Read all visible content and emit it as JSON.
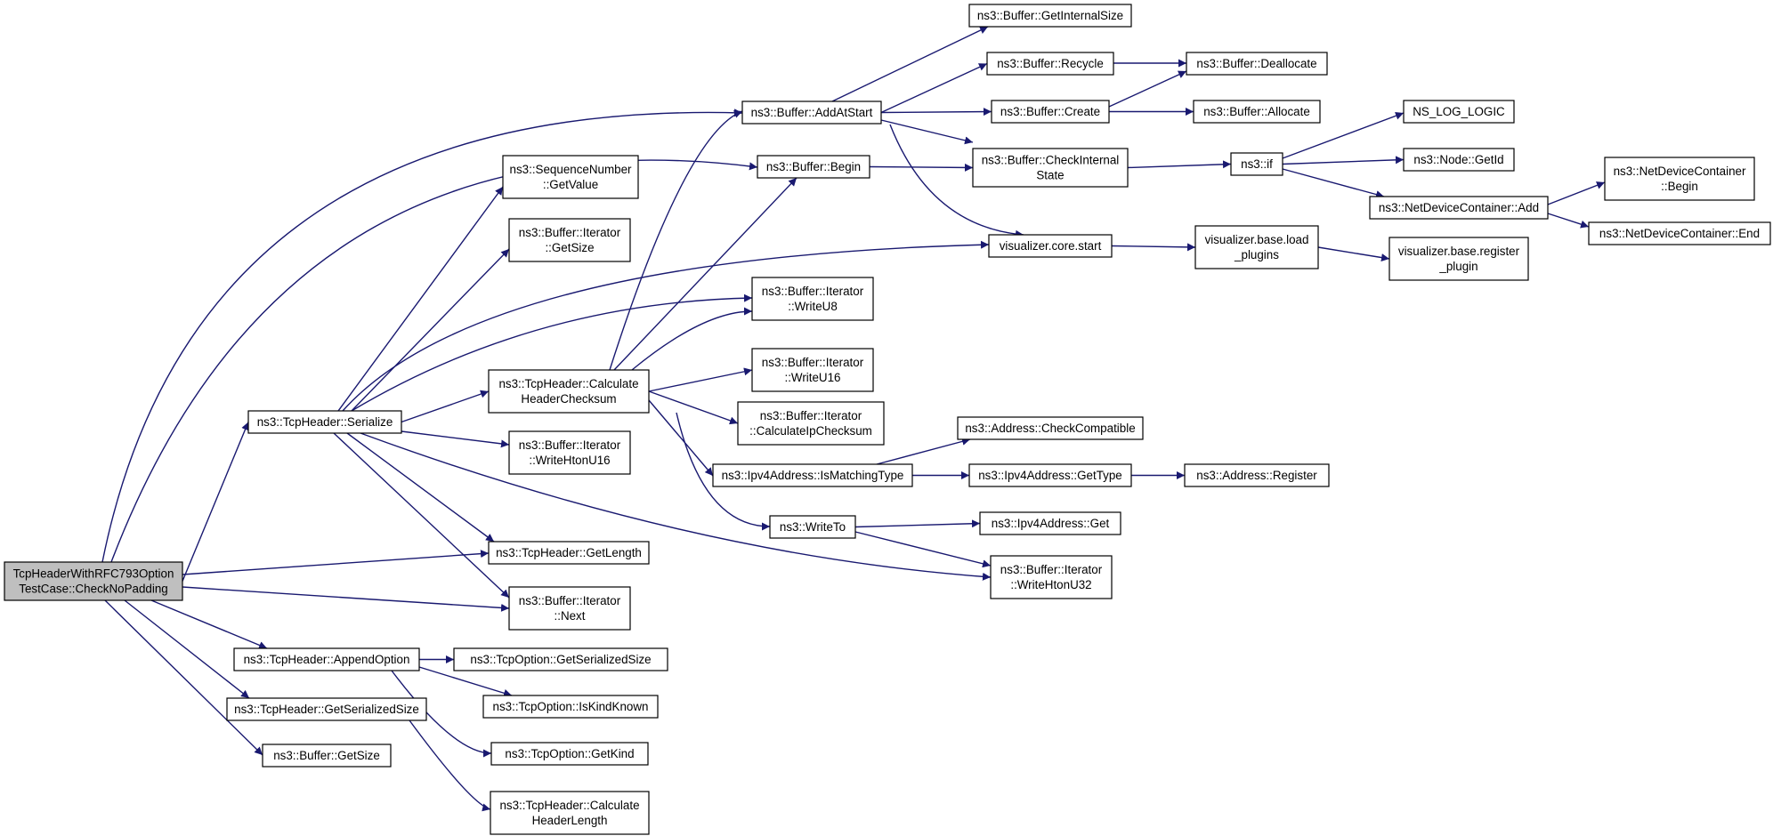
{
  "colors": {
    "edge": "#191970",
    "root_fill": "#bfbfbf",
    "node_fill": "#ffffff",
    "border": "#000000"
  },
  "nodes": [
    {
      "id": "root",
      "label": [
        "TcpHeaderWithRFC793Option",
        "TestCase::CheckNoPadding"
      ],
      "root": true
    },
    {
      "id": "serialize",
      "label": [
        "ns3::TcpHeader::Serialize"
      ]
    },
    {
      "id": "appendOption",
      "label": [
        "ns3::TcpHeader::AppendOption"
      ]
    },
    {
      "id": "getSerializedSize",
      "label": [
        "ns3::TcpHeader::GetSerializedSize"
      ]
    },
    {
      "id": "bufGetSize",
      "label": [
        "ns3::Buffer::GetSize"
      ]
    },
    {
      "id": "seqGetValue",
      "label": [
        "ns3::SequenceNumber",
        "::GetValue"
      ]
    },
    {
      "id": "iterGetSize",
      "label": [
        "ns3::Buffer::Iterator",
        "::GetSize"
      ]
    },
    {
      "id": "calcChecksum",
      "label": [
        "ns3::TcpHeader::Calculate",
        "HeaderChecksum"
      ]
    },
    {
      "id": "writeHtonU16",
      "label": [
        "ns3::Buffer::Iterator",
        "::WriteHtonU16"
      ]
    },
    {
      "id": "getLength",
      "label": [
        "ns3::TcpHeader::GetLength"
      ]
    },
    {
      "id": "iterNext",
      "label": [
        "ns3::Buffer::Iterator",
        "::Next"
      ]
    },
    {
      "id": "optSerSize",
      "label": [
        "ns3::TcpOption::GetSerializedSize"
      ]
    },
    {
      "id": "optKindKnown",
      "label": [
        "ns3::TcpOption::IsKindKnown"
      ]
    },
    {
      "id": "optGetKind",
      "label": [
        "ns3::TcpOption::GetKind"
      ]
    },
    {
      "id": "calcHeaderLength",
      "label": [
        "ns3::TcpHeader::Calculate",
        "HeaderLength"
      ]
    },
    {
      "id": "addAtStart",
      "label": [
        "ns3::Buffer::AddAtStart"
      ]
    },
    {
      "id": "begin",
      "label": [
        "ns3::Buffer::Begin"
      ]
    },
    {
      "id": "writeU8",
      "label": [
        "ns3::Buffer::Iterator",
        "::WriteU8"
      ]
    },
    {
      "id": "writeU16",
      "label": [
        "ns3::Buffer::Iterator",
        "::WriteU16"
      ]
    },
    {
      "id": "calcIpChecksum",
      "label": [
        "ns3::Buffer::Iterator",
        "::CalculateIpChecksum"
      ]
    },
    {
      "id": "isMatchingType",
      "label": [
        "ns3::Ipv4Address::IsMatchingType"
      ]
    },
    {
      "id": "writeTo",
      "label": [
        "ns3::WriteTo"
      ]
    },
    {
      "id": "getInternalSize",
      "label": [
        "ns3::Buffer::GetInternalSize"
      ]
    },
    {
      "id": "recycle",
      "label": [
        "ns3::Buffer::Recycle"
      ]
    },
    {
      "id": "create",
      "label": [
        "ns3::Buffer::Create"
      ]
    },
    {
      "id": "checkInternal",
      "label": [
        "ns3::Buffer::CheckInternal",
        "State"
      ]
    },
    {
      "id": "vizStart",
      "label": [
        "visualizer.core.start"
      ]
    },
    {
      "id": "addrCheckCompat",
      "label": [
        "ns3::Address::CheckCompatible"
      ]
    },
    {
      "id": "ipv4GetType",
      "label": [
        "ns3::Ipv4Address::GetType"
      ]
    },
    {
      "id": "ipv4Get",
      "label": [
        "ns3::Ipv4Address::Get"
      ]
    },
    {
      "id": "writeHtonU32",
      "label": [
        "ns3::Buffer::Iterator",
        "::WriteHtonU32"
      ]
    },
    {
      "id": "deallocate",
      "label": [
        "ns3::Buffer::Deallocate"
      ]
    },
    {
      "id": "allocate",
      "label": [
        "ns3::Buffer::Allocate"
      ]
    },
    {
      "id": "nsIf",
      "label": [
        "ns3::if"
      ]
    },
    {
      "id": "loadPlugins",
      "label": [
        "visualizer.base.load",
        "_plugins"
      ]
    },
    {
      "id": "addrRegister",
      "label": [
        "ns3::Address::Register"
      ]
    },
    {
      "id": "nsLogLogic",
      "label": [
        "NS_LOG_LOGIC"
      ]
    },
    {
      "id": "nodeGetId",
      "label": [
        "ns3::Node::GetId"
      ]
    },
    {
      "id": "ndcAdd",
      "label": [
        "ns3::NetDeviceContainer::Add"
      ]
    },
    {
      "id": "registerPlugin",
      "label": [
        "visualizer.base.register",
        "_plugin"
      ]
    },
    {
      "id": "ndcBegin",
      "label": [
        "ns3::NetDeviceContainer",
        "::Begin"
      ]
    },
    {
      "id": "ndcEnd",
      "label": [
        "ns3::NetDeviceContainer::End"
      ]
    }
  ],
  "edges": [
    [
      "root",
      "addAtStart"
    ],
    [
      "root",
      "begin"
    ],
    [
      "root",
      "serialize"
    ],
    [
      "root",
      "getLength"
    ],
    [
      "root",
      "iterNext"
    ],
    [
      "root",
      "appendOption"
    ],
    [
      "root",
      "getSerializedSize"
    ],
    [
      "root",
      "bufGetSize"
    ],
    [
      "serialize",
      "seqGetValue"
    ],
    [
      "serialize",
      "iterGetSize"
    ],
    [
      "serialize",
      "vizStart"
    ],
    [
      "serialize",
      "writeU8"
    ],
    [
      "serialize",
      "calcChecksum"
    ],
    [
      "serialize",
      "writeHtonU16"
    ],
    [
      "serialize",
      "getLength"
    ],
    [
      "serialize",
      "iterNext"
    ],
    [
      "serialize",
      "writeHtonU32"
    ],
    [
      "calcChecksum",
      "addAtStart"
    ],
    [
      "calcChecksum",
      "begin"
    ],
    [
      "calcChecksum",
      "writeU8"
    ],
    [
      "calcChecksum",
      "writeU16"
    ],
    [
      "calcChecksum",
      "calcIpChecksum"
    ],
    [
      "calcChecksum",
      "isMatchingType"
    ],
    [
      "calcChecksum",
      "writeTo"
    ],
    [
      "appendOption",
      "optSerSize"
    ],
    [
      "appendOption",
      "optKindKnown"
    ],
    [
      "appendOption",
      "optGetKind"
    ],
    [
      "getSerializedSize",
      "calcHeaderLength"
    ],
    [
      "addAtStart",
      "getInternalSize"
    ],
    [
      "addAtStart",
      "recycle"
    ],
    [
      "addAtStart",
      "create"
    ],
    [
      "addAtStart",
      "checkInternal"
    ],
    [
      "addAtStart",
      "vizStart"
    ],
    [
      "begin",
      "checkInternal"
    ],
    [
      "recycle",
      "deallocate"
    ],
    [
      "create",
      "deallocate"
    ],
    [
      "create",
      "allocate"
    ],
    [
      "checkInternal",
      "nsIf"
    ],
    [
      "nsIf",
      "nsLogLogic"
    ],
    [
      "nsIf",
      "nodeGetId"
    ],
    [
      "nsIf",
      "ndcAdd"
    ],
    [
      "ndcAdd",
      "ndcBegin"
    ],
    [
      "ndcAdd",
      "ndcEnd"
    ],
    [
      "vizStart",
      "loadPlugins"
    ],
    [
      "loadPlugins",
      "registerPlugin"
    ],
    [
      "isMatchingType",
      "addrCheckCompat"
    ],
    [
      "isMatchingType",
      "ipv4GetType"
    ],
    [
      "ipv4GetType",
      "addrRegister"
    ],
    [
      "writeTo",
      "ipv4Get"
    ],
    [
      "writeTo",
      "writeHtonU32"
    ]
  ]
}
